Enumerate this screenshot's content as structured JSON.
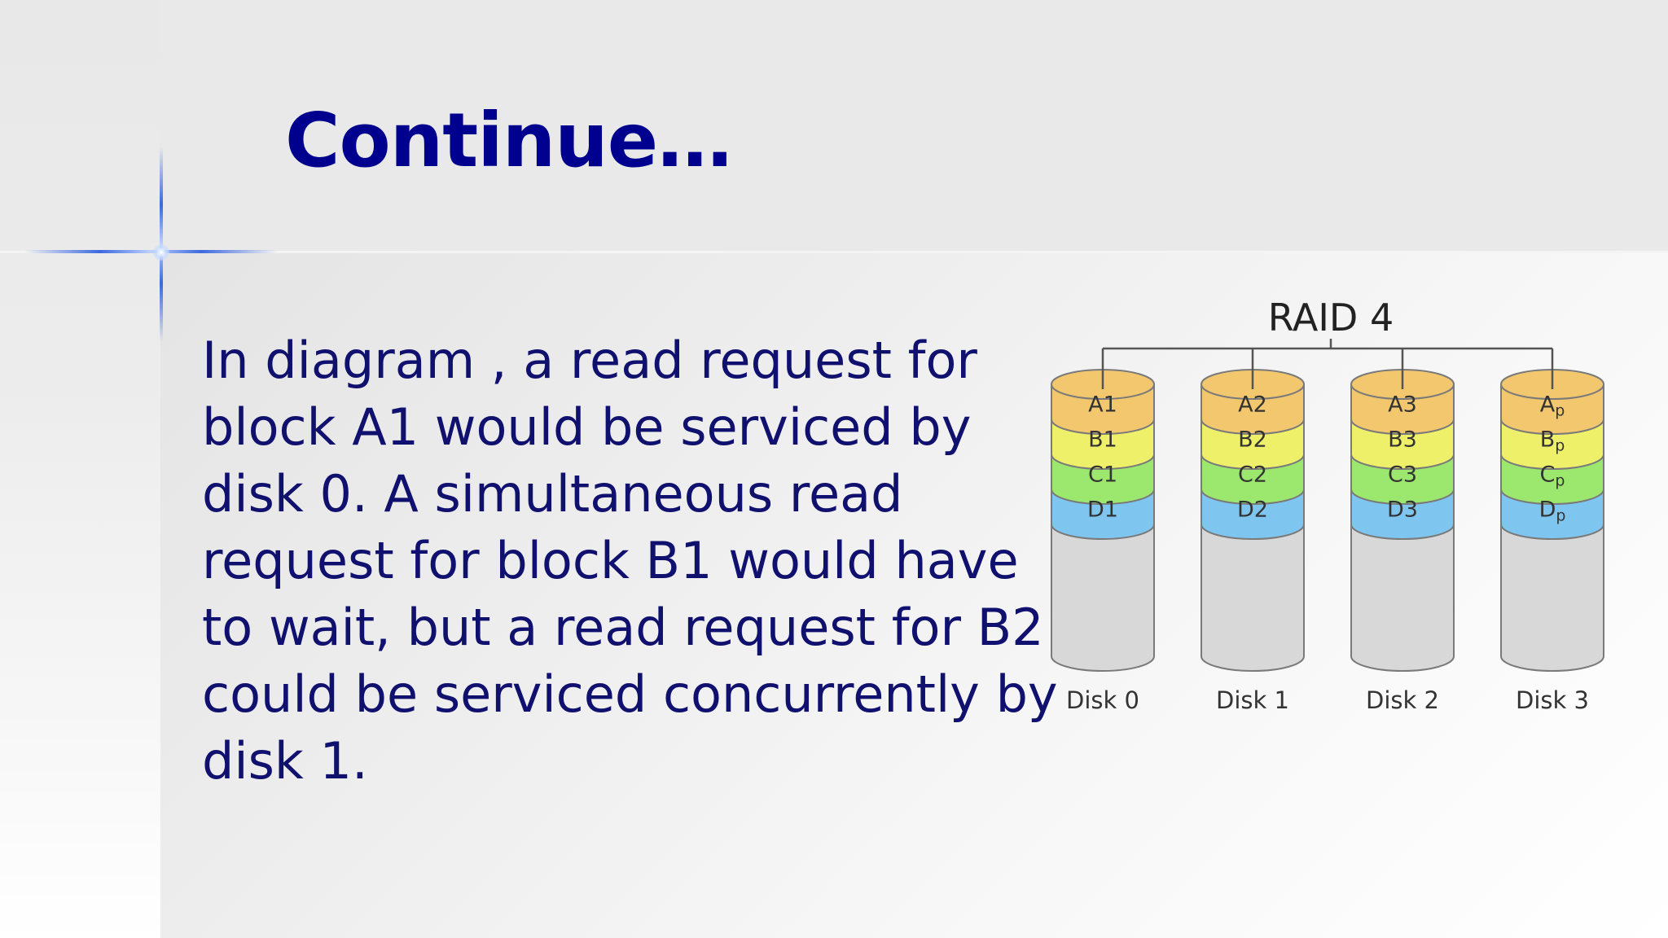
{
  "slide": {
    "title": "Continue…",
    "body_lines": [
      "In diagram , a read request for",
      "block A1 would be serviced by",
      "disk 0. A simultaneous read",
      "request for block B1 would have",
      "to wait, but a read request for B2",
      "could be serviced concurrently by",
      "disk 1."
    ]
  },
  "diagram": {
    "title": "RAID 4",
    "layer_colors": [
      "#f2c76e",
      "#eef06a",
      "#9ce86e",
      "#7ec6f0"
    ],
    "disk_color": "#d8d8d8",
    "disks": [
      {
        "label": "Disk 0",
        "blocks": [
          "A1",
          "B1",
          "C1",
          "D1"
        ],
        "parity": false
      },
      {
        "label": "Disk 1",
        "blocks": [
          "A2",
          "B2",
          "C2",
          "D2"
        ],
        "parity": false
      },
      {
        "label": "Disk 2",
        "blocks": [
          "A3",
          "B3",
          "C3",
          "D3"
        ],
        "parity": false
      },
      {
        "label": "Disk 3",
        "blocks": [
          "A",
          "B",
          "C",
          "D"
        ],
        "parity": true,
        "subscript": "p"
      }
    ]
  }
}
